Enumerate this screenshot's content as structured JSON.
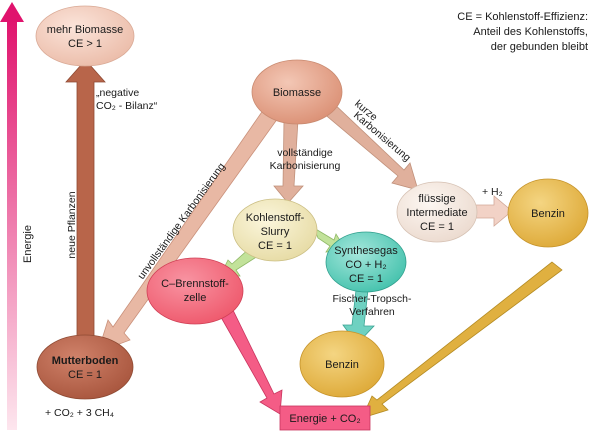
{
  "note": {
    "line1": "CE = Kohlenstoff-Effizienz:",
    "line2": "Anteil des Kohlenstoffs,",
    "line3": "der gebunden bleibt"
  },
  "axis": {
    "label": "Energie"
  },
  "nodes": {
    "mehr_biomasse": {
      "line1": "mehr Biomasse",
      "line2": "CE > 1",
      "color": "#f6d2c4"
    },
    "biomasse": {
      "line1": "Biomasse",
      "color": "#e9a98f"
    },
    "kohlenstoff_slurry": {
      "line1": "Kohlenstoff-",
      "line2": "Slurry",
      "line3": "CE = 1",
      "color": "#f0e8c0"
    },
    "synthesegas": {
      "line1": "Synthesegas",
      "line2": "CO + H₂",
      "line3": "CE = 1",
      "color": "#6fd1c1"
    },
    "fluessige_intermediate": {
      "line1": "flüssige",
      "line2": "Intermediate",
      "line3": "CE = 1",
      "color": "#f6ece4"
    },
    "benzin_right": {
      "line1": "Benzin",
      "color": "#e7b94a"
    },
    "c_brennstoffzelle": {
      "line1": "C–Brennstoff-",
      "line2": "zelle",
      "color": "#f26f80"
    },
    "benzin_bottom": {
      "line1": "Benzin",
      "color": "#e7b94a"
    },
    "mutterboden": {
      "line1": "Mutterboden",
      "line2": "CE = 1",
      "color": "#b8654a"
    },
    "energie_co2": {
      "line1": "Energie + CO₂",
      "color": "#f45c86"
    }
  },
  "edges": {
    "neue_pflanzen": "neue Pflanzen",
    "negative_bilanz_1": "„negative",
    "negative_bilanz_2": "CO₂ - Bilanz“",
    "unvollstaendige": "unvollständige Karbonisierung",
    "vollstaendige_1": "vollständige",
    "vollstaendige_2": "Karbonisierung",
    "kurze": "kurze",
    "karbonisierung": "Karbonisierung",
    "plus_h2": "+ H₂",
    "fischer_1": "Fischer-Tropsch-",
    "fischer_2": "Verfahren",
    "soil_emissions": "+ CO₂ + 3 CH₄"
  },
  "colors": {
    "axis_gradient_top": "#e0136d",
    "axis_gradient_bottom": "#fde6ee",
    "arrow_brown": "#b8654a",
    "arrow_tan": "#e0b09c",
    "arrow_light_tan": "#f0c8b8",
    "arrow_teal": "#6fd1c1",
    "arrow_green": "#c2e29a",
    "arrow_pink": "#f45c86",
    "arrow_gold": "#e0b040"
  }
}
